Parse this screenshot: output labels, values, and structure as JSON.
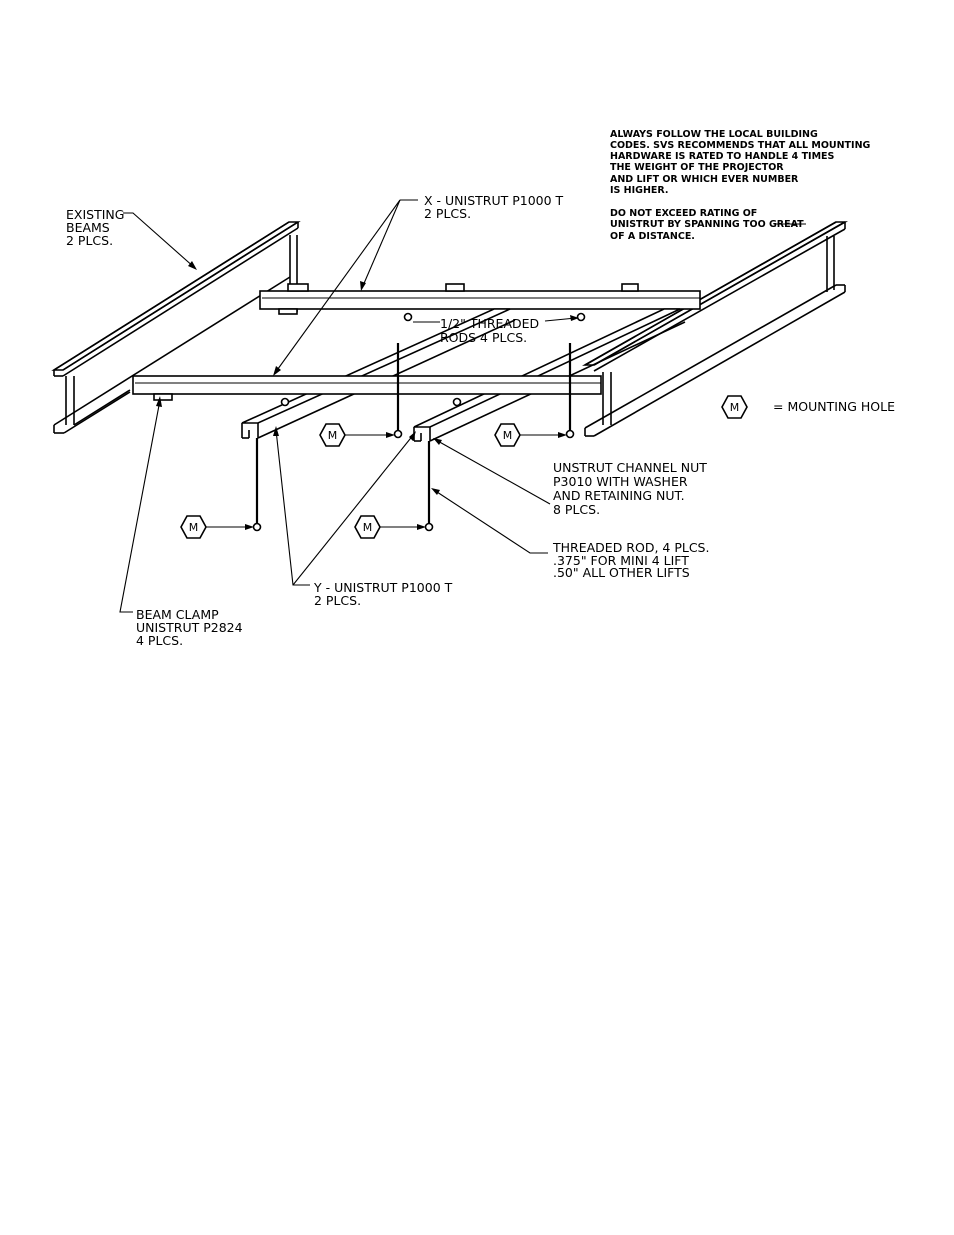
{
  "labels": {
    "existing_beams": [
      "EXISTING",
      "BEAMS",
      "2 PLCS."
    ],
    "x_strut": [
      "X - UNISTRUT P1000 T",
      "2 PLCS."
    ],
    "threaded_rods": [
      "1/2\" THREADED",
      "RODS 4 PLCS."
    ],
    "mounting_legend": "= MOUNTING HOLE",
    "channel_nut": [
      "UNSTRUT CHANNEL NUT",
      "P3010 WITH WASHER",
      "AND RETAINING NUT.",
      "8 PLCS."
    ],
    "threaded_rod_spec": [
      "THREADED ROD, 4 PLCS.",
      ".375\" FOR MINI 4 LIFT",
      ".50\" ALL OTHER LIFTS"
    ],
    "y_strut": [
      "Y - UNISTRUT P1000 T",
      "2 PLCS."
    ],
    "beam_clamp": [
      "BEAM CLAMP",
      "UNISTRUT P2824",
      "4 PLCS."
    ],
    "hex_marker": "M"
  },
  "notes": {
    "building_codes": [
      "ALWAYS FOLLOW THE LOCAL BUILDING",
      "CODES. SVS RECOMMENDS THAT ALL MOUNTING",
      "HARDWARE IS RATED  TO HANDLE 4 TIMES",
      "THE WEIGHT OF THE PROJECTOR",
      "AND LIFT OR WHICH EVER NUMBER",
      "IS HIGHER."
    ],
    "unistrut_rating": [
      "DO NOT EXCEED RATING OF",
      "UNISTRUT BY SPANNING TOO GREAT",
      "OF A DISTANCE."
    ]
  }
}
